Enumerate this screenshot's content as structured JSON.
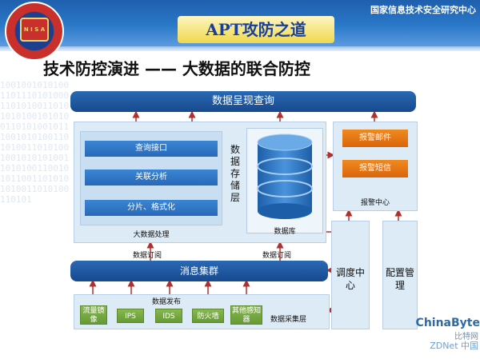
{
  "header": {
    "org_name": "国家信息技术安全研究中心",
    "slide_title": "APT攻防之道",
    "emblem_text": "N I S A",
    "watermark_digits": "10010010101001101110101000110101001101010101001010100110101001011100101010011010100110101001001010101001101010011001010110011010101010011010100110101"
  },
  "subtitle": "技术防控演进 —— 大数据的联合防控",
  "diagram": {
    "display_query": "数据呈现查询",
    "query_interface": "查询接口",
    "correlation_analysis": "关联分析",
    "shard_format": "分片、格式化",
    "big_data_processing": "大数据处理",
    "storage_layer": "数据存储层",
    "database": "数据库",
    "alert_email": "报警邮件",
    "alert_sms": "报警短信",
    "alert_center": "报警中心",
    "data_subscribe_left": "数据订阅",
    "data_subscribe_right": "数据订阅",
    "message_cluster": "消息集群",
    "data_publish": "数据发布",
    "collectors": [
      "流量镜像",
      "IPS",
      "IDS",
      "防火墙",
      "其他感知器"
    ],
    "collection_layer": "数据采集层",
    "scheduling_center": "调度中心",
    "config_management": "配置管理"
  },
  "watermark": {
    "logo_main": "ChinaByte",
    "logo_cn": "比特网",
    "logo_zdnet": "ZDNet 中国"
  },
  "colors": {
    "header_blue": "#1f5fae",
    "bar_blue": "#17498e",
    "panel_bg": "#dcebf6",
    "alert_orange": "#e0700f",
    "collector_green": "#6f9f3a",
    "arrow_red": "#b03030"
  }
}
